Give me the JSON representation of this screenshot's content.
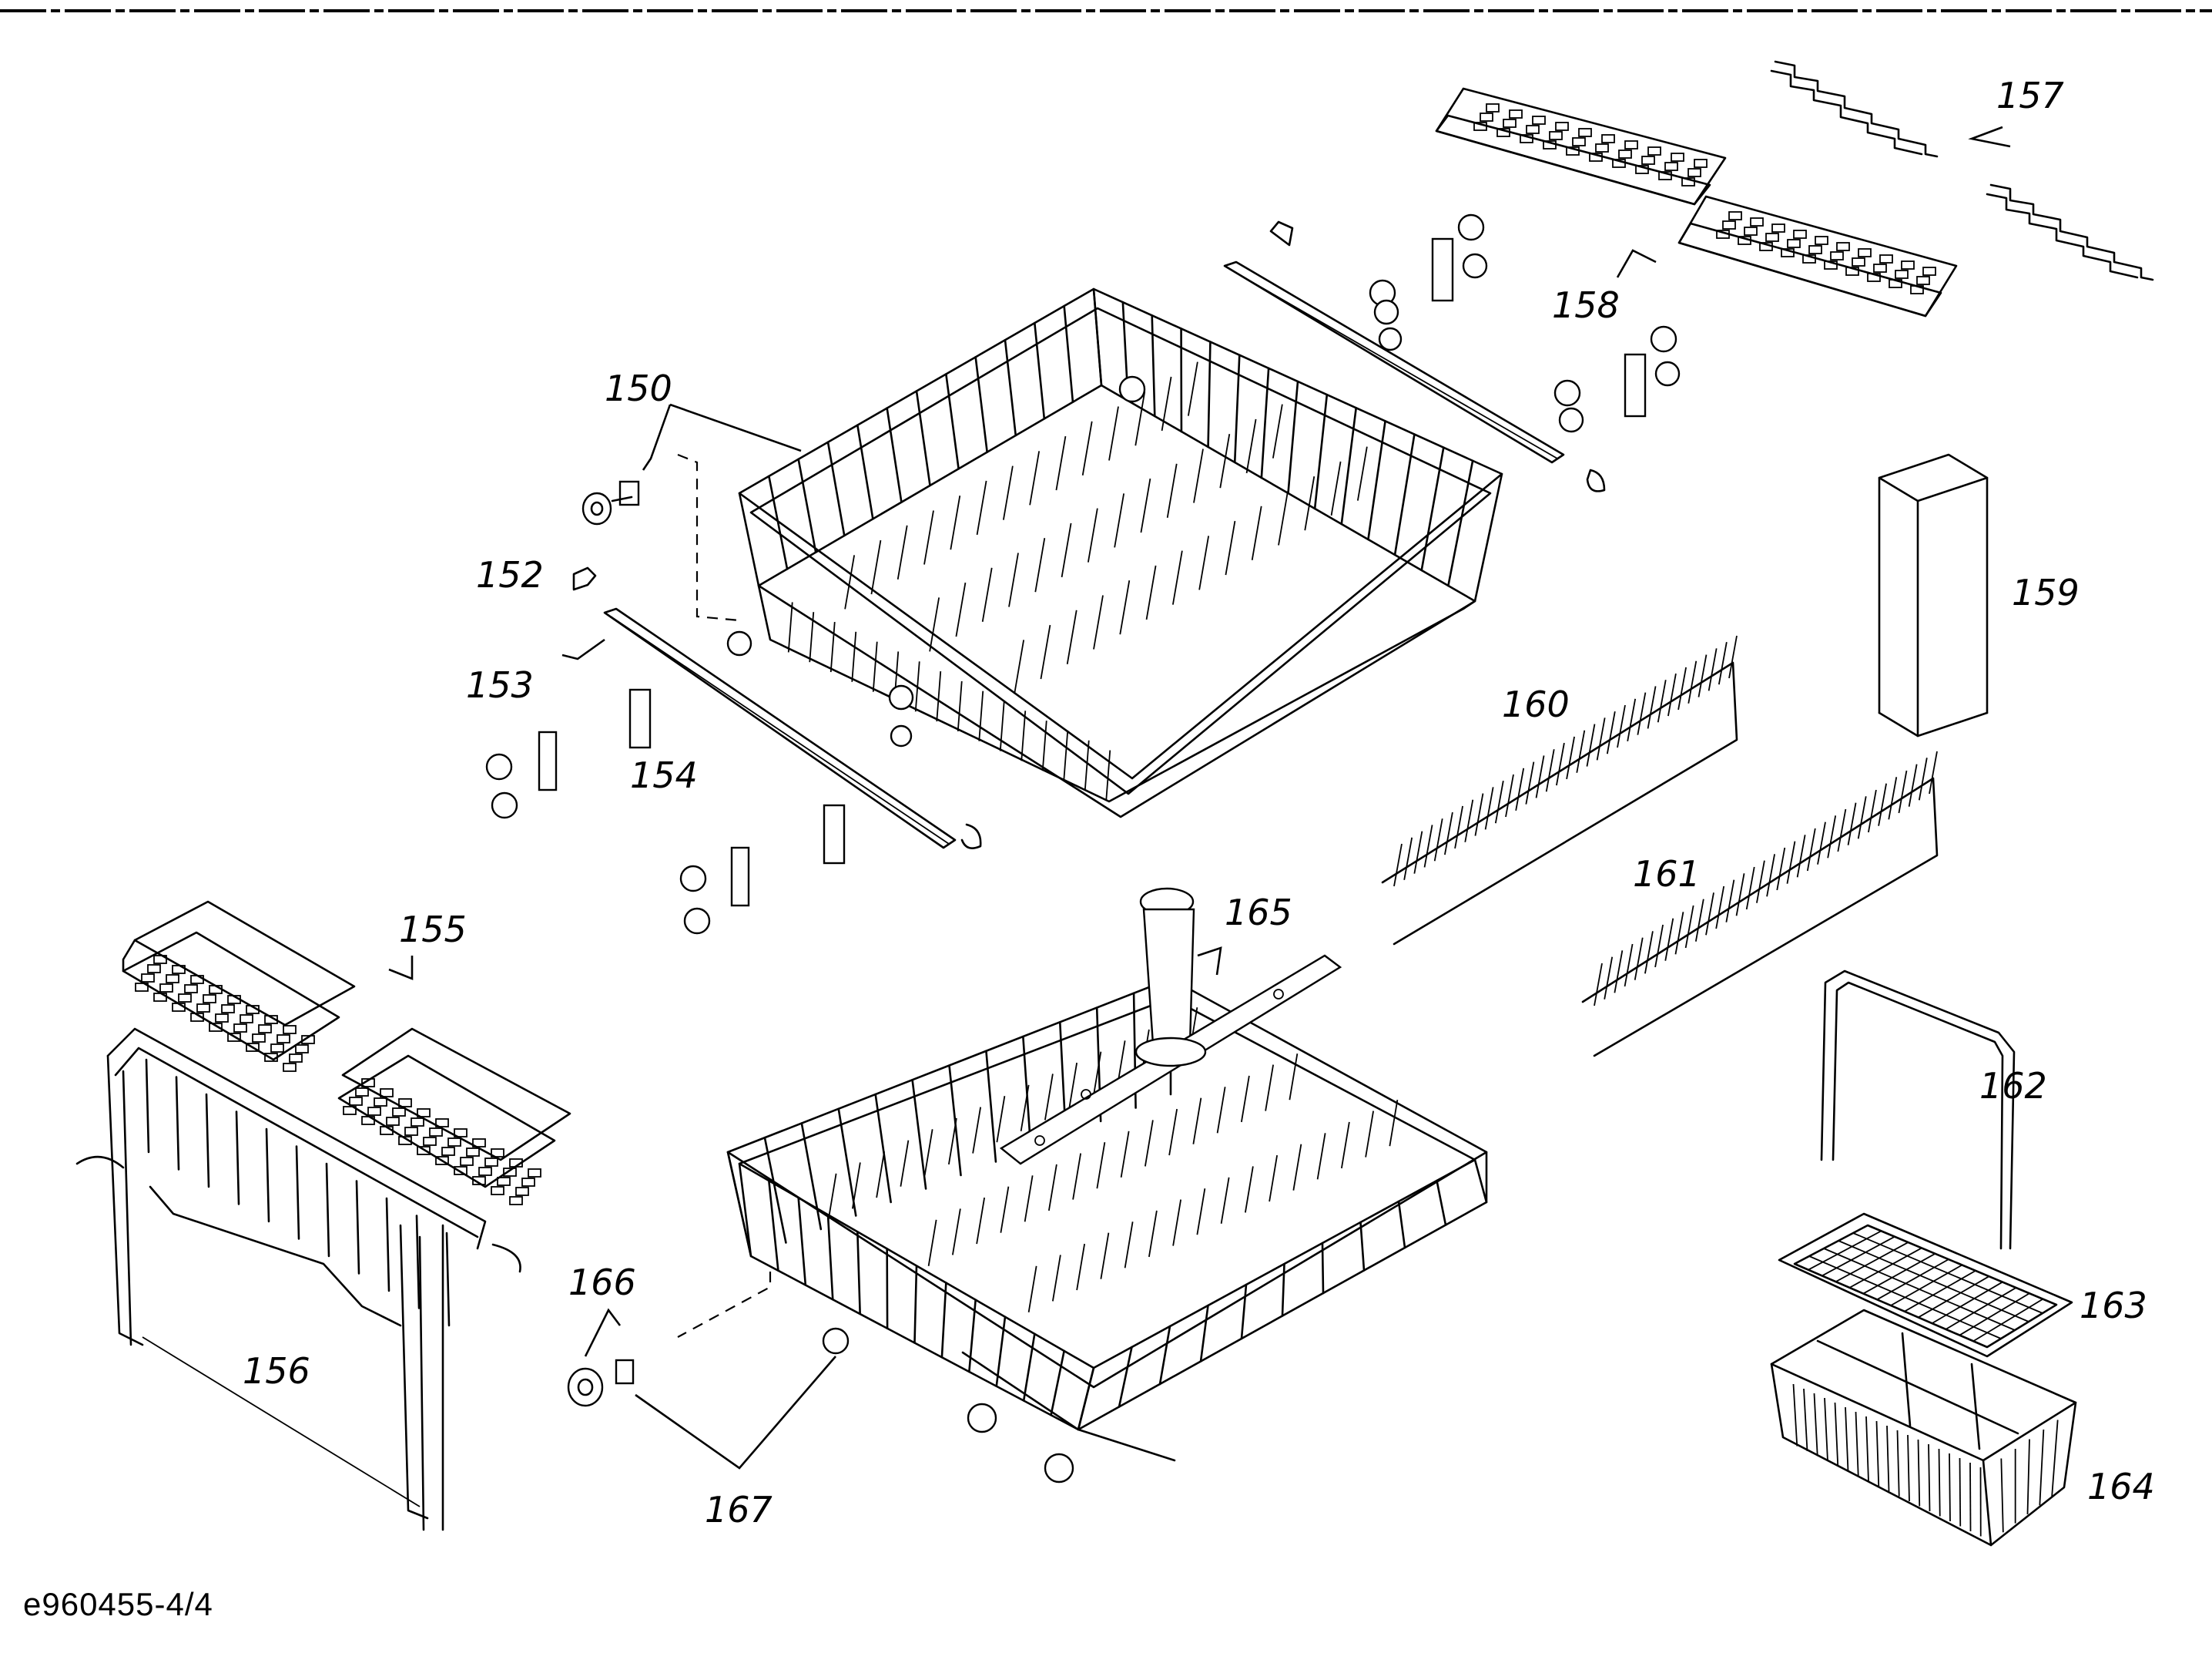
{
  "document": {
    "code": "e960455-4/4"
  },
  "part_labels": [
    {
      "id": "150",
      "text": "150"
    },
    {
      "id": "152",
      "text": "152"
    },
    {
      "id": "153",
      "text": "153"
    },
    {
      "id": "154",
      "text": "154"
    },
    {
      "id": "155",
      "text": "155"
    },
    {
      "id": "156",
      "text": "156"
    },
    {
      "id": "157",
      "text": "157"
    },
    {
      "id": "158",
      "text": "158"
    },
    {
      "id": "159",
      "text": "159"
    },
    {
      "id": "160",
      "text": "160"
    },
    {
      "id": "161",
      "text": "161"
    },
    {
      "id": "162",
      "text": "162"
    },
    {
      "id": "163",
      "text": "163"
    },
    {
      "id": "164",
      "text": "164"
    },
    {
      "id": "165",
      "text": "165"
    },
    {
      "id": "166",
      "text": "166"
    },
    {
      "id": "167",
      "text": "167"
    }
  ]
}
